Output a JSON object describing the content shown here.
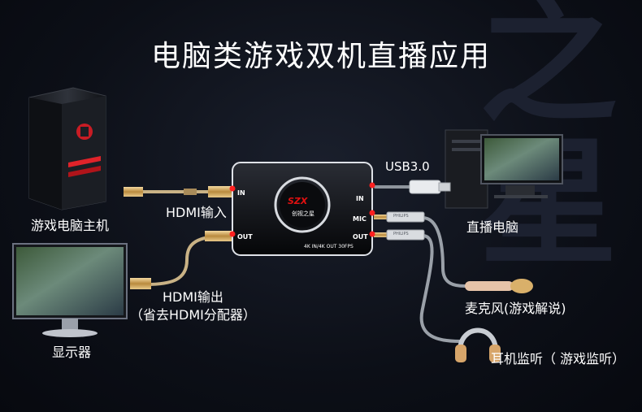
{
  "title": "电脑类游戏双机直播应用",
  "watermark": {
    "char1": "之",
    "char2": "星"
  },
  "labels": {
    "gaming_pc": "游戏电脑主机",
    "hdmi_in": "HDMI输入",
    "monitor": "显示器",
    "hdmi_out_line1": "HDMI输出",
    "hdmi_out_line2": "（省去HDMI分配器）",
    "usb": "USB3.0",
    "streaming_pc": "直播电脑",
    "mic": "麦克风(游戏解说)",
    "headphone": "耳机监听（ 游戏监听）"
  },
  "device": {
    "port_in_left": "IN",
    "port_out_left": "OUT",
    "port_in_right": "IN",
    "port_mic": "MIC",
    "port_out_right": "OUT",
    "logo": "SZX",
    "logo_sub": "创视之星",
    "spec": "4K IN/4K OUT 30FPS"
  },
  "jack_label": "PHILIPS",
  "colors": {
    "background": "#0b0e16",
    "port_dot": "#ff2020",
    "device_logo": "#e01010"
  }
}
